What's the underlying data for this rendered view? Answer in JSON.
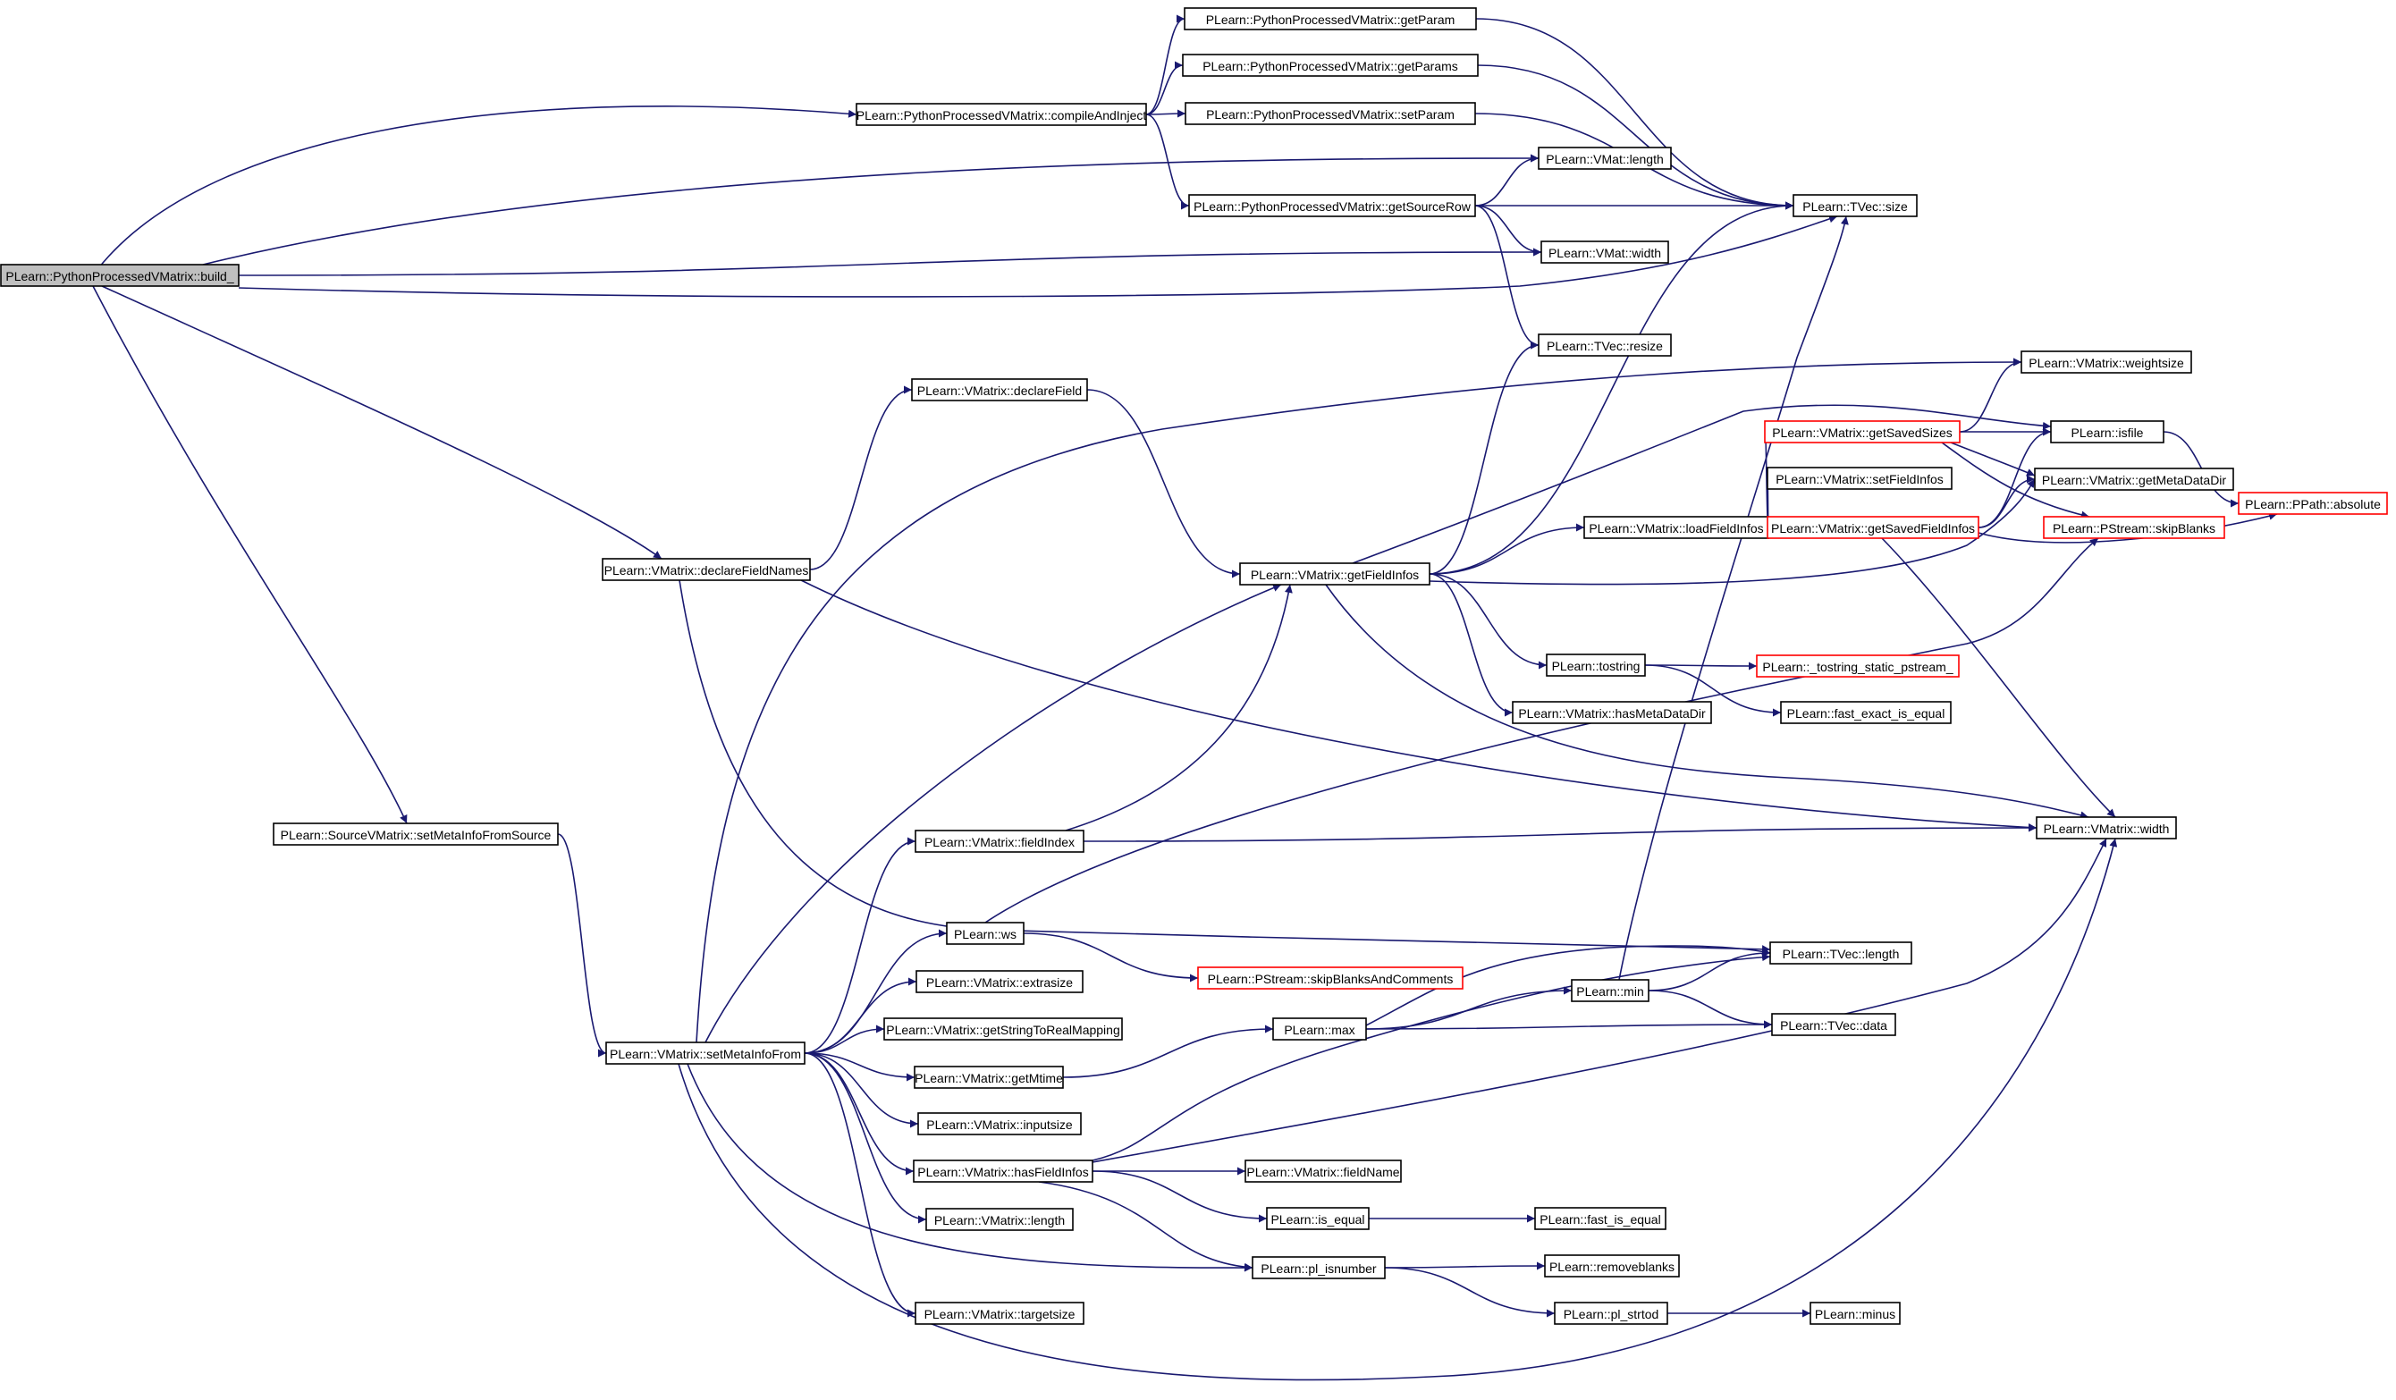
{
  "nodes": {
    "build": {
      "label": "PLearn::PythonProcessedVMatrix::build_",
      "style": "root"
    },
    "compile": {
      "label": "PLearn::PythonProcessedVMatrix::compileAndInject"
    },
    "getParam": {
      "label": "PLearn::PythonProcessedVMatrix::getParam"
    },
    "getParams": {
      "label": "PLearn::PythonProcessedVMatrix::getParams"
    },
    "setParam": {
      "label": "PLearn::PythonProcessedVMatrix::setParam"
    },
    "getSourceRow": {
      "label": "PLearn::PythonProcessedVMatrix::getSourceRow"
    },
    "vmatLength": {
      "label": "PLearn::VMat::length"
    },
    "vmatWidth": {
      "label": "PLearn::VMat::width"
    },
    "tvecSize": {
      "label": "PLearn::TVec::size"
    },
    "tvecResize": {
      "label": "PLearn::TVec::resize"
    },
    "weightsize": {
      "label": "PLearn::VMatrix::weightsize"
    },
    "getSavedSizes": {
      "label": "PLearn::VMatrix::getSavedSizes",
      "style": "trunc"
    },
    "isfile": {
      "label": "PLearn::isfile"
    },
    "absolute": {
      "label": "PLearn::PPath::absolute",
      "style": "trunc"
    },
    "setFieldInfos": {
      "label": "PLearn::VMatrix::setFieldInfos"
    },
    "getMetaDataDir": {
      "label": "PLearn::VMatrix::getMetaDataDir"
    },
    "loadFieldInfos": {
      "label": "PLearn::VMatrix::loadFieldInfos"
    },
    "getSavedFieldInfos": {
      "label": "PLearn::VMatrix::getSavedFieldInfos",
      "style": "trunc"
    },
    "skipBlanks": {
      "label": "PLearn::PStream::skipBlanks",
      "style": "trunc"
    },
    "declareField": {
      "label": "PLearn::VMatrix::declareField"
    },
    "declareFieldNames": {
      "label": "PLearn::VMatrix::declareFieldNames"
    },
    "getFieldInfos": {
      "label": "PLearn::VMatrix::getFieldInfos"
    },
    "tostring": {
      "label": "PLearn::tostring"
    },
    "tostringStatic": {
      "label": "PLearn::_tostring_static_pstream_",
      "style": "trunc"
    },
    "hasMetaDataDir": {
      "label": "PLearn::VMatrix::hasMetaDataDir"
    },
    "fastExact": {
      "label": "PLearn::fast_exact_is_equal"
    },
    "sourceSetMeta": {
      "label": "PLearn::SourceVMatrix::setMetaInfoFromSource"
    },
    "fieldIndex": {
      "label": "PLearn::VMatrix::fieldIndex"
    },
    "vmatrixWidth": {
      "label": "PLearn::VMatrix::width"
    },
    "ws": {
      "label": "PLearn::ws"
    },
    "skipBlanksComments": {
      "label": "PLearn::PStream::skipBlanksAndComments",
      "style": "trunc"
    },
    "tvecLength": {
      "label": "PLearn::TVec::length"
    },
    "extrasize": {
      "label": "PLearn::VMatrix::extrasize"
    },
    "min": {
      "label": "PLearn::min"
    },
    "getStringToReal": {
      "label": "PLearn::VMatrix::getStringToRealMapping"
    },
    "max": {
      "label": "PLearn::max"
    },
    "tvecData": {
      "label": "PLearn::TVec::data"
    },
    "setMetaInfoFrom": {
      "label": "PLearn::VMatrix::setMetaInfoFrom"
    },
    "getMtime": {
      "label": "PLearn::VMatrix::getMtime"
    },
    "inputsize": {
      "label": "PLearn::VMatrix::inputsize"
    },
    "hasFieldInfos": {
      "label": "PLearn::VMatrix::hasFieldInfos"
    },
    "fieldName": {
      "label": "PLearn::VMatrix::fieldName"
    },
    "isEqual": {
      "label": "PLearn::is_equal"
    },
    "fastIsEqual": {
      "label": "PLearn::fast_is_equal"
    },
    "vmatrixLength": {
      "label": "PLearn::VMatrix::length"
    },
    "plIsnumber": {
      "label": "PLearn::pl_isnumber"
    },
    "removeblanks": {
      "label": "PLearn::removeblanks"
    },
    "plStrtod": {
      "label": "PLearn::pl_strtod"
    },
    "minus": {
      "label": "PLearn::minus"
    },
    "targetsize": {
      "label": "PLearn::VMatrix::targetsize"
    }
  },
  "edges": [
    [
      "build",
      "compile"
    ],
    [
      "build",
      "vmatLength"
    ],
    [
      "build",
      "vmatWidth"
    ],
    [
      "build",
      "tvecSize"
    ],
    [
      "build",
      "declareFieldNames"
    ],
    [
      "build",
      "sourceSetMeta"
    ],
    [
      "compile",
      "getParam"
    ],
    [
      "compile",
      "getParams"
    ],
    [
      "compile",
      "setParam"
    ],
    [
      "compile",
      "getSourceRow"
    ],
    [
      "getParam",
      "tvecSize"
    ],
    [
      "getParams",
      "tvecSize"
    ],
    [
      "setParam",
      "tvecSize"
    ],
    [
      "getSourceRow",
      "vmatLength"
    ],
    [
      "getSourceRow",
      "tvecSize"
    ],
    [
      "getSourceRow",
      "vmatWidth"
    ],
    [
      "getSourceRow",
      "tvecResize"
    ],
    [
      "declareFieldNames",
      "declareField"
    ],
    [
      "declareFieldNames",
      "vmatrixWidth"
    ],
    [
      "declareFieldNames",
      "tvecLength"
    ],
    [
      "declareField",
      "getFieldInfos"
    ],
    [
      "getFieldInfos",
      "tvecResize"
    ],
    [
      "getFieldInfos",
      "tvecSize"
    ],
    [
      "getFieldInfos",
      "isfile"
    ],
    [
      "getFieldInfos",
      "loadFieldInfos"
    ],
    [
      "getFieldInfos",
      "getMetaDataDir"
    ],
    [
      "getFieldInfos",
      "tostring"
    ],
    [
      "getFieldInfos",
      "hasMetaDataDir"
    ],
    [
      "getFieldInfos",
      "vmatrixWidth"
    ],
    [
      "loadFieldInfos",
      "getSavedSizes"
    ],
    [
      "loadFieldInfos",
      "setFieldInfos"
    ],
    [
      "loadFieldInfos",
      "getSavedFieldInfos"
    ],
    [
      "getSavedSizes",
      "weightsize"
    ],
    [
      "getSavedSizes",
      "isfile"
    ],
    [
      "getSavedSizes",
      "getMetaDataDir"
    ],
    [
      "getSavedSizes",
      "skipBlanks"
    ],
    [
      "getSavedFieldInfos",
      "isfile"
    ],
    [
      "getSavedFieldInfos",
      "getMetaDataDir"
    ],
    [
      "getSavedFieldInfos",
      "absolute"
    ],
    [
      "getSavedFieldInfos",
      "vmatrixWidth"
    ],
    [
      "isfile",
      "absolute"
    ],
    [
      "tostring",
      "tostringStatic"
    ],
    [
      "tostring",
      "fastExact"
    ],
    [
      "sourceSetMeta",
      "setMetaInfoFrom"
    ],
    [
      "setMetaInfoFrom",
      "weightsize"
    ],
    [
      "setMetaInfoFrom",
      "getFieldInfos"
    ],
    [
      "setMetaInfoFrom",
      "fieldIndex"
    ],
    [
      "setMetaInfoFrom",
      "ws"
    ],
    [
      "setMetaInfoFrom",
      "extrasize"
    ],
    [
      "setMetaInfoFrom",
      "getStringToReal"
    ],
    [
      "setMetaInfoFrom",
      "getMtime"
    ],
    [
      "setMetaInfoFrom",
      "inputsize"
    ],
    [
      "setMetaInfoFrom",
      "hasFieldInfos"
    ],
    [
      "setMetaInfoFrom",
      "vmatrixLength"
    ],
    [
      "setMetaInfoFrom",
      "plIsnumber"
    ],
    [
      "setMetaInfoFrom",
      "targetsize"
    ],
    [
      "setMetaInfoFrom",
      "vmatrixWidth"
    ],
    [
      "fieldIndex",
      "getFieldInfos"
    ],
    [
      "fieldIndex",
      "vmatrixWidth"
    ],
    [
      "ws",
      "skipBlanks"
    ],
    [
      "ws",
      "skipBlanksComments"
    ],
    [
      "getMtime",
      "max"
    ],
    [
      "max",
      "min"
    ],
    [
      "max",
      "tvecLength"
    ],
    [
      "max",
      "tvecData"
    ],
    [
      "min",
      "tvecLength"
    ],
    [
      "min",
      "tvecData"
    ],
    [
      "min",
      "tvecSize"
    ],
    [
      "hasFieldInfos",
      "tvecLength"
    ],
    [
      "hasFieldInfos",
      "vmatrixWidth"
    ],
    [
      "hasFieldInfos",
      "fieldName"
    ],
    [
      "hasFieldInfos",
      "isEqual"
    ],
    [
      "hasFieldInfos",
      "plIsnumber"
    ],
    [
      "isEqual",
      "fastIsEqual"
    ],
    [
      "plIsnumber",
      "removeblanks"
    ],
    [
      "plIsnumber",
      "plStrtod"
    ],
    [
      "plStrtod",
      "minus"
    ]
  ]
}
